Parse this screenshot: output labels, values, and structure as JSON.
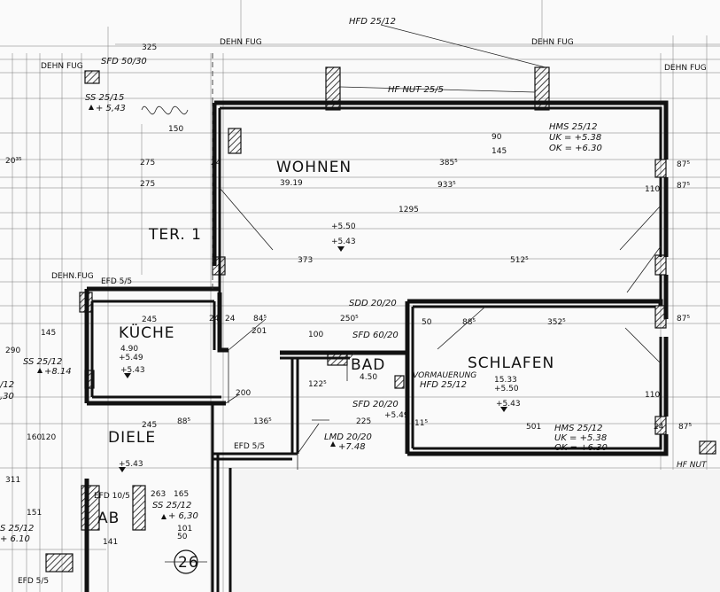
{
  "rooms": {
    "wohnen": {
      "name": "WOHNEN",
      "area": "39.19"
    },
    "terrasse": {
      "name": "TER. 1"
    },
    "kueche": {
      "name": "KÜCHE",
      "area": "4.90",
      "level": "+5.49"
    },
    "schlafen": {
      "name": "SCHLAFEN",
      "area": "15.33",
      "level": "+5.50"
    },
    "bad": {
      "name": "BAD",
      "area": "4.50"
    },
    "diele": {
      "name": "DIELE"
    },
    "ab": {
      "name": "AB"
    }
  },
  "annotations": {
    "hfd_top": "HFD 25/12",
    "sfd_50": "SFD 50/30",
    "ss_2515": "SS 25/15",
    "ss_2515_lvl": "+ 5,43",
    "hf_nut_top": "HF NUT 25/5",
    "hms_top": "HMS 25/12",
    "hms_top_uk": "UK = +5.38",
    "hms_top_ok": "OK = +6.30",
    "dehnfug_1": "DEHN FUG",
    "dehnfug_2": "DEHN FUG",
    "dehnfug_3": "DEHN FUG",
    "dehnfug_4": "DEHN FUG",
    "dehnfug_5": "DEHN.FUG",
    "efd_1": "EFD 5/5",
    "efd_2": "EFD 5/5",
    "efd_3": "EFD 10/5",
    "efd_4": "EFD 5/5",
    "sdd": "SDD 20/20",
    "sfd_60": "SFD 60/20",
    "vormauerung": "VORMAUERUNG",
    "hfd_bad": "HFD 25/12",
    "sfd_20": "SFD 20/20",
    "lmd": "LMD 20/20",
    "lmd_lvl": "+7.48",
    "ss_2512_left": "SS 25/12",
    "ss_2512_left_lvl": "+8.14",
    "ss_2512_bottom": "SS 25/12",
    "ss_2512_bottom_lvl": "+ 6,30",
    "ss_2512_cut": "S 25/12",
    "lvl_610": "+ 6.10",
    "hms_right": "HMS 25/12",
    "hms_right_uk": "UK = +5.38",
    "hms_right_ok": "OK = +6.30",
    "hf_nut_right": "HF NUT",
    "level_550": "+5.50",
    "level_543": "+5.43",
    "level_543_k": "+5.43",
    "level_549": "+5.49",
    "level_543_s": "+5.43",
    "level_543_d": "+5.43",
    "cut_12": "/12",
    "cut_30": ",30",
    "marker": "26"
  },
  "dimensions": {
    "d325": "325",
    "d150": "150",
    "d275a": "275",
    "d275b": "275",
    "d3855": "385⁵",
    "d9335": "933⁵",
    "d1295": "1295",
    "d90": "90",
    "d145": "145",
    "d373": "373",
    "d5125": "512⁵",
    "d2505": "250⁵",
    "d845": "84⁵",
    "d885": "88⁵",
    "d3525": "352⁵",
    "d50": "50",
    "d245a": "245",
    "d245b": "245",
    "d200": "200",
    "d1365": "136⁵",
    "d225": "225",
    "d501": "501",
    "d875a": "87⁵",
    "d875b": "87⁵",
    "d875c": "87⁵",
    "d875d": "87⁵",
    "d110a": "110",
    "d110b": "110",
    "d100": "100",
    "d1225": "122⁵",
    "d115": "11⁵",
    "d885b": "88⁵",
    "d263": "263",
    "d165": "165",
    "d101": "101",
    "d50b": "50",
    "d201": "201",
    "d141": "141",
    "d311": "311",
    "d151": "151",
    "d160": "160",
    "d290": "290",
    "d145b": "145",
    "d120": "120",
    "d2035": "20³⁵",
    "d24a": "24",
    "d24b": "24",
    "d24c": "24",
    "d24d": "24"
  },
  "chart_data": {
    "type": "floor_plan",
    "rooms": [
      "WOHNEN",
      "TER. 1",
      "KÜCHE",
      "SCHLAFEN",
      "BAD",
      "DIELE",
      "AB"
    ],
    "areas": {
      "WOHNEN": "39.19",
      "KÜCHE": "4.90",
      "SCHLAFEN": "15.33",
      "BAD": "4.50"
    }
  }
}
